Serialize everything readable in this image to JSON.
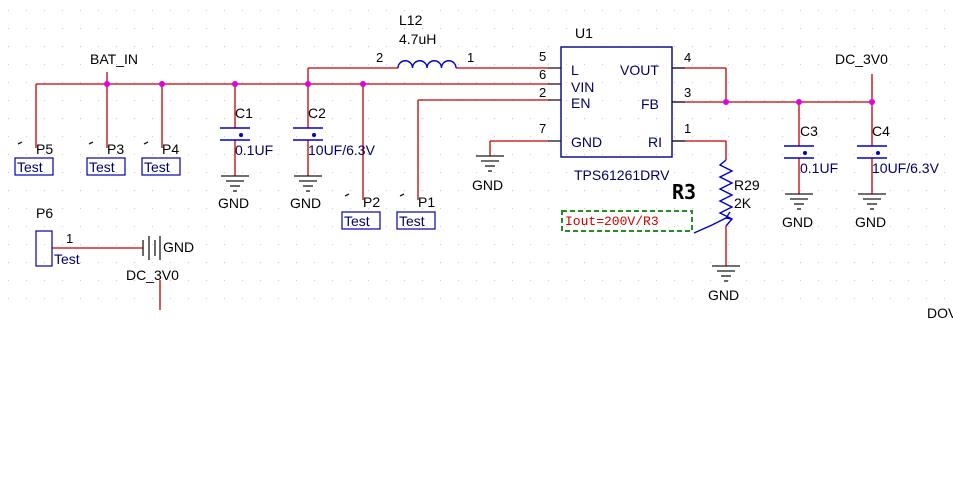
{
  "nets": {
    "bat_in": "BAT_IN",
    "dc_3v0_right": "DC_3V0",
    "dc_3v0_left": "DC_3V0",
    "gnd": "GND",
    "dov_partial": "DOV"
  },
  "inductor": {
    "ref": "L12",
    "value": "4.7uH",
    "pin_left": "2",
    "pin_right": "1"
  },
  "ic": {
    "ref": "U1",
    "part": "TPS61261DRV",
    "pins": {
      "l": {
        "name": "L",
        "num": "5"
      },
      "vin": {
        "name": "VIN",
        "num": "6"
      },
      "en": {
        "name": "EN",
        "num": "2"
      },
      "gnd": {
        "name": "GND",
        "num": "7"
      },
      "vout": {
        "name": "VOUT",
        "num": "4"
      },
      "fb": {
        "name": "FB",
        "num": "3"
      },
      "ri": {
        "name": "RI",
        "num": "1"
      }
    }
  },
  "capacitors": {
    "c1": {
      "ref": "C1",
      "value": "0.1UF"
    },
    "c2": {
      "ref": "C2",
      "value": "10UF/6.3V"
    },
    "c3": {
      "ref": "C3",
      "value": "0.1UF"
    },
    "c4": {
      "ref": "C4",
      "value": "10UF/6.3V"
    }
  },
  "resistor": {
    "ref": "R29",
    "value": "2K",
    "alias": "R3"
  },
  "annotation": "Iout=200V/R3",
  "testpoints": {
    "p5": {
      "ref": "P5",
      "label": "Test"
    },
    "p3": {
      "ref": "P3",
      "label": "Test"
    },
    "p4": {
      "ref": "P4",
      "label": "Test"
    },
    "p2": {
      "ref": "P2",
      "label": "Test"
    },
    "p1": {
      "ref": "P1",
      "label": "Test"
    },
    "p6": {
      "ref": "P6",
      "label": "Test",
      "pin": "1"
    }
  },
  "colors": {
    "wire": "#c00000",
    "junction": "#e000e0",
    "part": "#0000cc",
    "annotation_box": "#2a8a2a",
    "annotation_text": "#cc0000"
  }
}
